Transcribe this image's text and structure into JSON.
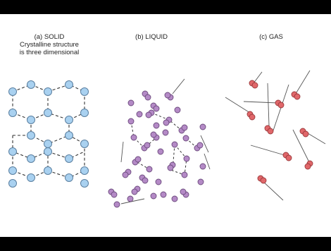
{
  "solid": {
    "title": "(a) SOLID",
    "caption_line1": "Crystalline structure",
    "caption_line2": "is three dimensional"
  },
  "liquid": {
    "title": "(b) LIQUID"
  },
  "gas": {
    "title": "(c) GAS"
  },
  "colors": {
    "solid": "#a9d1f0",
    "liquid": "#b48ac6",
    "gas": "#e0676a",
    "line": "#333333",
    "background": "#ffffff",
    "frame": "#000000"
  }
}
